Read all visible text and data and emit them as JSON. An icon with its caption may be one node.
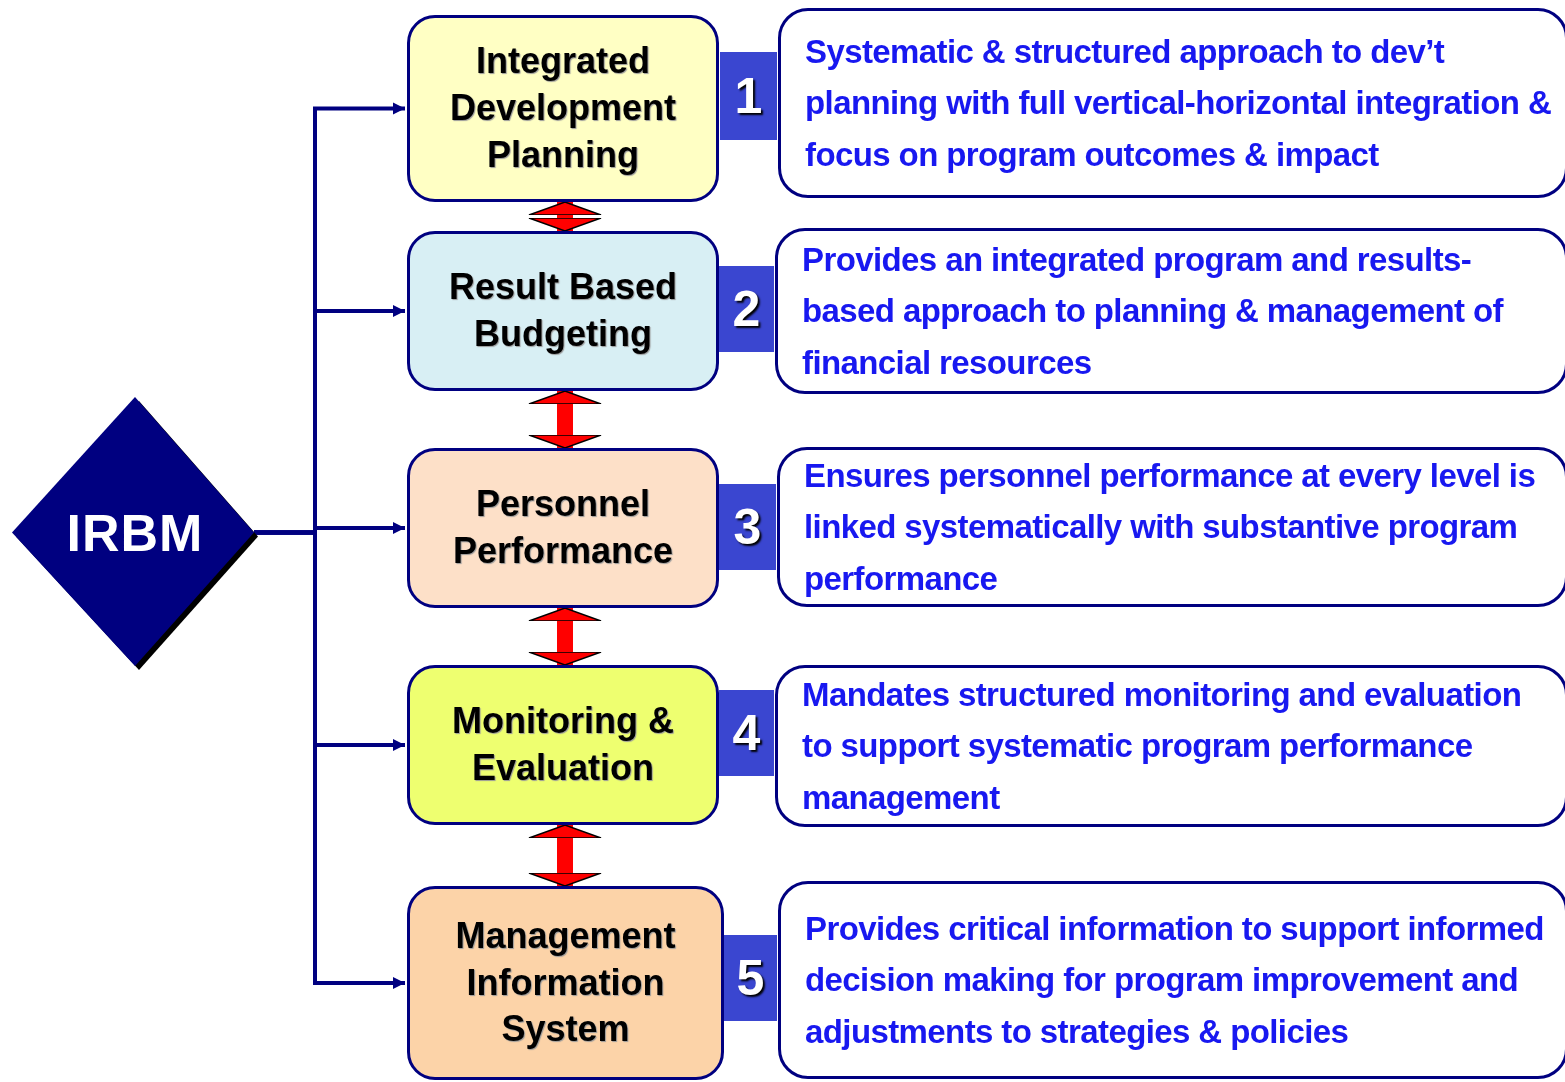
{
  "diagram": {
    "nodes": [
      {
        "text": [
          "IRBM"
        ]
      },
      {
        "text": [
          "Integrated Development Planning"
        ]
      },
      {
        "text": [
          "1"
        ]
      },
      {
        "text": [
          "Systematic & structured approach to dev’t planning with full vertical-horizontal integration & focus on program outcomes & impact"
        ]
      },
      {
        "text": [
          "Result Based Budgeting"
        ]
      },
      {
        "text": [
          "2"
        ]
      },
      {
        "text": [
          "Provides an integrated program and results-based approach to planning & management of financial resources"
        ]
      },
      {
        "text": [
          "Personnel Performance"
        ]
      },
      {
        "text": [
          "3"
        ]
      },
      {
        "text": [
          "Ensures personnel performance at every level is linked systematically with substantive program performance"
        ]
      },
      {
        "text": [
          "Monitoring & Evaluation"
        ]
      },
      {
        "text": [
          "4"
        ]
      },
      {
        "text": [
          "Mandates structured monitoring and evaluation to support systematic program performance management"
        ]
      },
      {
        "text": [
          "Management Information System"
        ]
      },
      {
        "text": [
          "5"
        ]
      },
      {
        "text": [
          "Provides critical information to support informed decision making for program improvement and adjustments to strategies & policies"
        ]
      }
    ],
    "edges": [
      {
        "from": 0,
        "to": 1,
        "arrow": "to"
      },
      {
        "from": 0,
        "to": 4,
        "arrow": "to"
      },
      {
        "from": 0,
        "to": 7,
        "arrow": "to"
      },
      {
        "from": 0,
        "to": 10,
        "arrow": "to"
      },
      {
        "from": 0,
        "to": 13,
        "arrow": "to"
      },
      {
        "from": 1,
        "to": 4,
        "arrow": "both",
        "style": "thick",
        "color": "#ff0000"
      },
      {
        "from": 4,
        "to": 7,
        "arrow": "both",
        "style": "thick",
        "color": "#ff0000"
      },
      {
        "from": 7,
        "to": 10,
        "arrow": "both",
        "style": "thick",
        "color": "#ff0000"
      },
      {
        "from": 10,
        "to": 13,
        "arrow": "both",
        "style": "thick",
        "color": "#ff0000"
      }
    ]
  }
}
